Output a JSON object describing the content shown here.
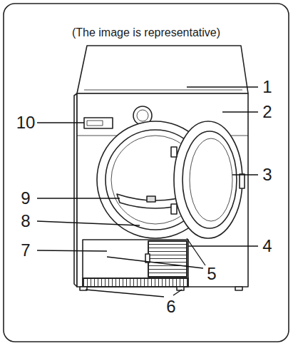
{
  "diagram": {
    "labels": [
      "(The image is representative)",
      "1",
      "10",
      "2",
      "3",
      "9",
      "8",
      "4",
      "7",
      "5",
      "6"
    ]
  }
}
